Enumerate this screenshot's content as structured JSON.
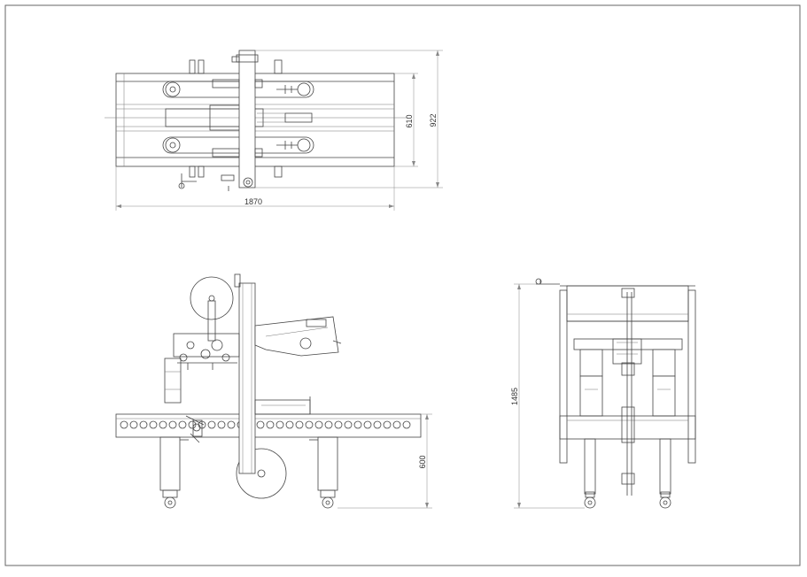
{
  "drawing": {
    "dimensions": {
      "top_width": "1870",
      "top_inner_height": "610",
      "top_outer_height": "922",
      "front_table_height": "600",
      "side_total_height": "1485"
    }
  },
  "colors": {
    "line": "#444444",
    "border": "#666666",
    "background": "#ffffff"
  }
}
